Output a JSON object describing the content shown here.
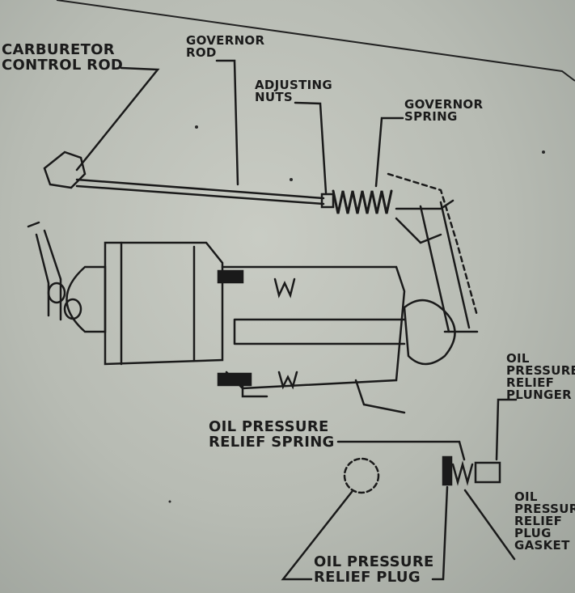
{
  "labels": {
    "carburetor_control_rod": [
      "CARBURETOR",
      "CONTROL ROD"
    ],
    "governor_rod": [
      "GOVERNOR",
      "ROD"
    ],
    "adjusting_nuts": [
      "ADJUSTING",
      "NUTS"
    ],
    "governor_spring": [
      "GOVERNOR",
      "SPRING"
    ],
    "oil_pressure_relief_plunger": [
      "OIL",
      "PRESSURE",
      "RELIEF",
      "PLUNGER"
    ],
    "oil_pressure_relief_spring": [
      "OIL PRESSURE",
      "RELIEF SPRING"
    ],
    "oil_pressure_relief_plug_gasket": [
      "OIL",
      "PRESSURE",
      "RELIEF",
      "PLUG",
      "GASKET"
    ],
    "oil_pressure_relief_plug": [
      "OIL PRESSURE",
      "RELIEF PLUG"
    ]
  }
}
